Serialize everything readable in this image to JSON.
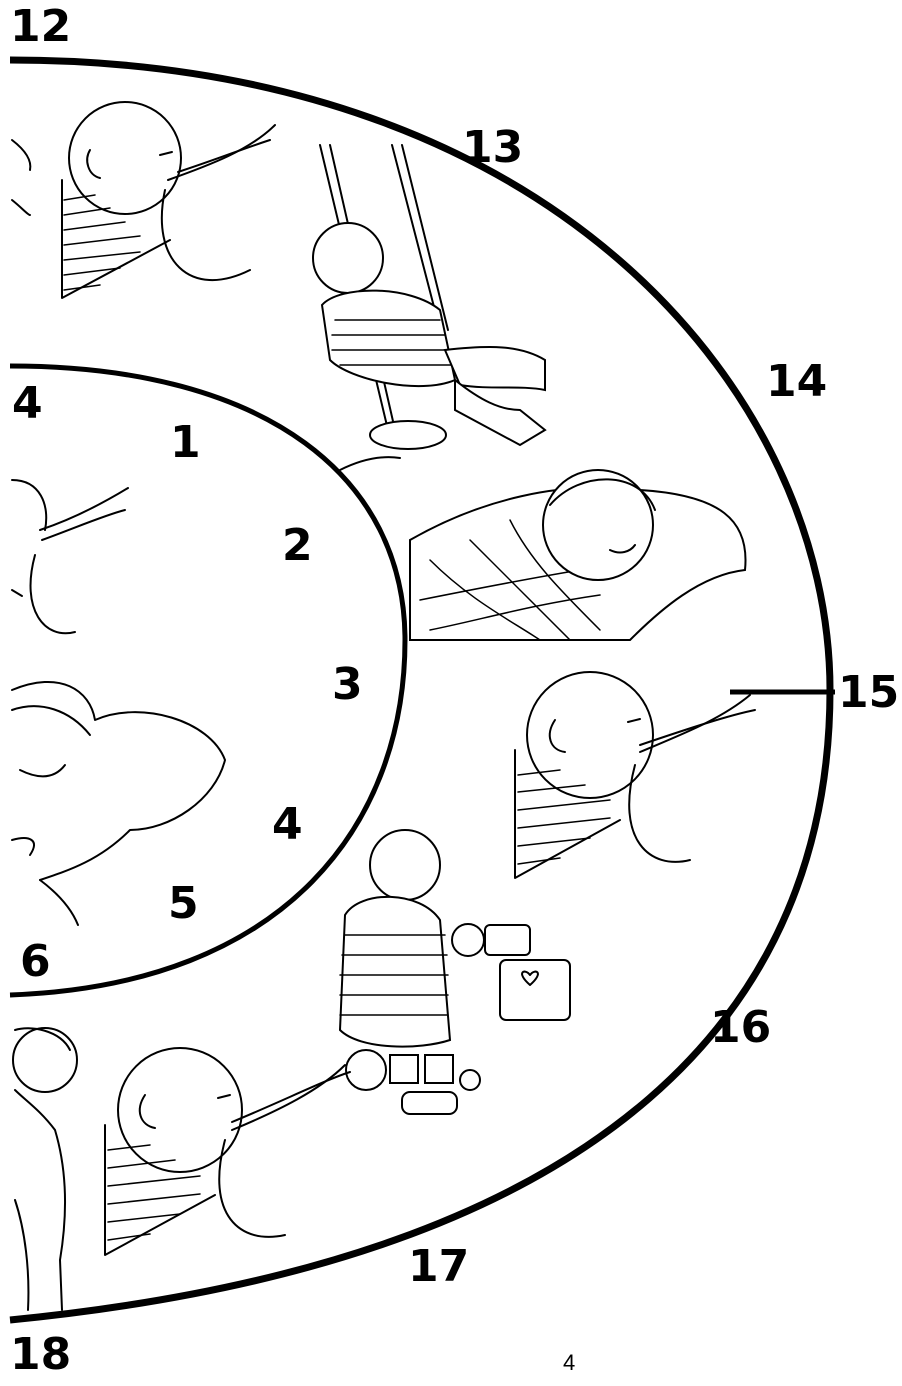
{
  "outer_ring_labels": [
    "12",
    "13",
    "14",
    "15",
    "16",
    "17",
    "18"
  ],
  "inner_ring_labels": [
    "4",
    "1",
    "2",
    "3",
    "4",
    "5",
    "6"
  ],
  "page_number": "4",
  "scenes": {
    "outer": [
      "breastfeeding",
      "swinging",
      "sleeping",
      "breastfeeding",
      "playing-with-toys",
      "breastfeeding",
      "standing-child"
    ],
    "inner": [
      "breastfeeding",
      "sleeping"
    ]
  }
}
